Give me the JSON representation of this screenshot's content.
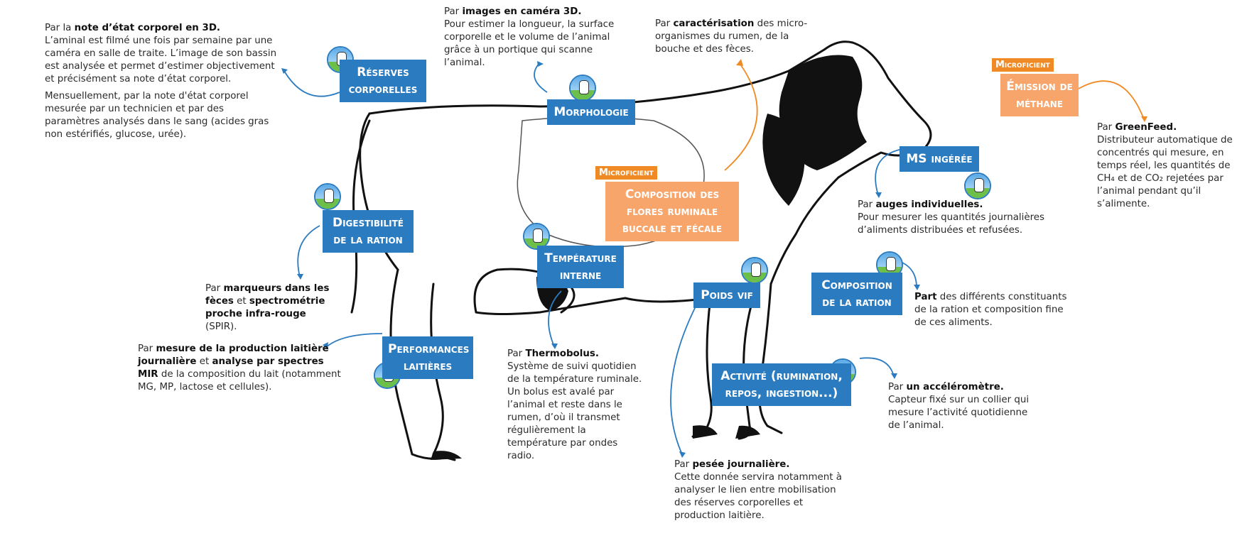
{
  "colors": {
    "blue": "#2b7bc0",
    "orange_box": "#f7a56a",
    "orange_tag": "#f08a24",
    "arrow_blue": "#2b7bc0",
    "arrow_orange": "#f08a24"
  },
  "boxes": {
    "reserves": "Réserves corporelles",
    "morphologie": "Morphologie",
    "digestibilite": "Digestibilité de la ration",
    "temperature": "Température interne",
    "performances": "Performances laitières",
    "poids": "Poids vif",
    "composition_ration": "Composition de la ration",
    "activite": "Activité (rumination, repos, ingestion...)",
    "ms_ingeree": "MS ingérée",
    "flores": "Composition des flores ruminale buccale et fécale",
    "methane": "Émission de méthane"
  },
  "tags": {
    "microficient_1": "Microficient",
    "microficient_2": "Microficient"
  },
  "desc": {
    "reserves": {
      "p1_pre": "Par la ",
      "p1_bold": "note d’état corporel en 3D.",
      "p1_rest": "L’aminal est filmé une fois par semaine par une caméra en salle de traite. L’image de son bassin est analysée et permet d’estimer objectivement et précisément sa note d’état corporel.",
      "p2": "Mensuellement, par la note d'état corporel mesurée par un technicien et par des paramètres analysés dans le sang (acides gras non estérifiés, glucose, urée)."
    },
    "morphologie": {
      "pre": "Par ",
      "bold": "images en caméra 3D.",
      "rest": "Pour estimer la longueur, la surface corporelle et le volume de l’animal grâce à un portique qui scanne l’animal."
    },
    "flores": {
      "pre": "Par ",
      "bold": "caractérisation",
      "rest": " des micro-organismes du rumen, de la bouche et des fèces."
    },
    "methane": {
      "pre": "Par ",
      "bold": "GreenFeed.",
      "rest": "Distributeur automatique de concentrés qui mesure, en temps réel, les quantités de CH₄ et de CO₂ rejetées par l’animal pendant qu’il s’alimente."
    },
    "ms_ingeree": {
      "pre": "Par ",
      "bold": "auges individuelles.",
      "rest": "Pour mesurer les quantités journalières d’aliments distribuées et refusées."
    },
    "digestibilite": {
      "pre": "Par ",
      "bold1": "marqueurs dans les fèces",
      "mid": " et ",
      "bold2": "spectrométrie proche infra-rouge",
      "rest": " (SPIR)."
    },
    "performances": {
      "pre": "Par ",
      "bold1": "mesure de la production laitière journalière",
      "mid": " et ",
      "bold2": "analyse par spectres MIR",
      "rest": " de la composition du lait (notamment MG, MP, lactose et cellules)."
    },
    "temperature": {
      "pre": "Par ",
      "bold": "Thermobolus.",
      "rest": "Système de suivi quotidien de la température ruminale. Un bolus est avalé par l’animal et reste dans le rumen, d’où il transmet régulièrement la température par ondes radio."
    },
    "composition_ration": {
      "bold": "Part",
      "rest": " des différents constituants de la ration et composition fine de ces aliments."
    },
    "activite": {
      "pre": "Par ",
      "bold": "un accéléromètre.",
      "rest": "Capteur fixé sur un collier qui mesure l’activité quotidienne de l’animal."
    },
    "poids": {
      "pre": "Par ",
      "bold": "pesée journalière.",
      "rest": "Cette donnée servira notamment à analyser le lien entre mobilisation des réserves corporelles et production laitière."
    }
  }
}
